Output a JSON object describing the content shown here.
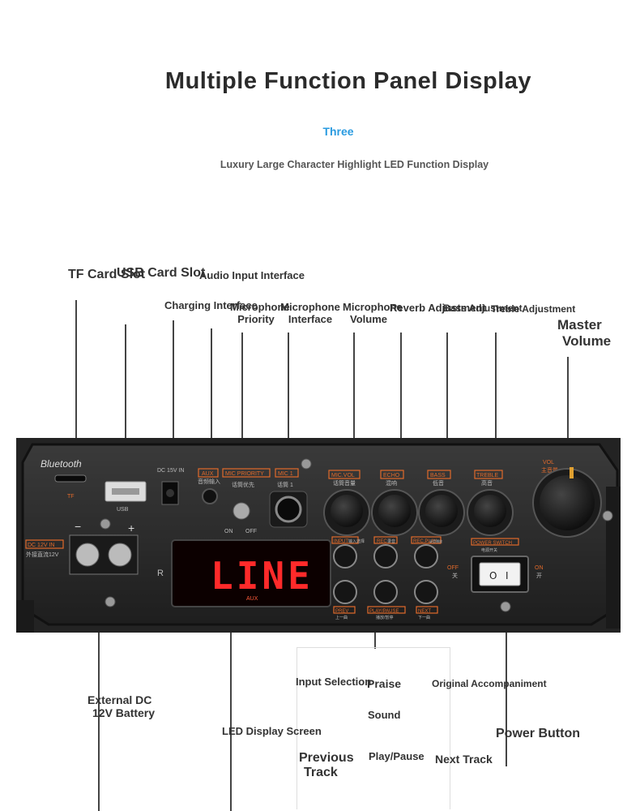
{
  "header": {
    "title": "Multiple Function Panel Display",
    "subtitle": "Three",
    "tagline": "Luxury Large Character Highlight LED Function Display"
  },
  "callouts": {
    "tf_card_slot": "TF Card Slot",
    "usb_card_slot": "USB Card Slot",
    "audio_input": "Audio Input Interface",
    "charging": "Charging Interface",
    "mic_priority_1": "Microphone",
    "mic_priority_2": "Priority",
    "mic_interface_1": "Microphone",
    "mic_interface_2": "Interface",
    "mic_volume_1": "Microphone",
    "mic_volume_2": "Volume",
    "reverb": "Reverb Adjustment",
    "bass": "Bass Adjustment",
    "treble": "Treble Adjustment",
    "master_volume_1": "Master",
    "master_volume_2": "Volume",
    "external_dc_1": "External DC",
    "external_dc_2": "12V Battery",
    "led_display": "LED Display Screen",
    "input_selection": "Input Selection",
    "praise": "Praise",
    "original_acc": "Original Accompaniment",
    "sound": "Sound",
    "power_button": "Power Button",
    "previous_1": "Previous",
    "previous_2": "Track",
    "play_pause": "Play/Pause",
    "next_track": "Next Track"
  },
  "panel": {
    "brand": "Bluetooth",
    "tf": "TF",
    "usb": "USB",
    "dc15": "DC 15V IN",
    "aux": "AUX",
    "aux_cn": "音频输入",
    "mic_priority": "MIC PRIORITY",
    "mic_priority_cn": "话筒优先",
    "mic1": "MIC 1",
    "mic1_cn": "话筒 1",
    "on": "ON",
    "off": "OFF",
    "mic_vol": "MIC.VOL",
    "mic_vol_cn": "话筒音量",
    "echo": "ECHO",
    "echo_cn": "混响",
    "bass": "BASS",
    "bass_cn": "低音",
    "treble": "TREBLE",
    "treble_cn": "高音",
    "vol": "VOL",
    "vol_cn": "主音量",
    "dc12": "DC 12V IN",
    "dc12_cn": "外接直流12V",
    "minus": "−",
    "plus": "+",
    "display_text": "LINE",
    "display_sub": "AUX",
    "input": "INPUT",
    "input_cn": "输入选择",
    "rec": "REC",
    "rec_cn": "录音",
    "recplay": "REC.PLAY",
    "recplay_cn": "录音播放",
    "prev": "PREV",
    "prev_cn": "上一曲",
    "playpause": "PLAY/PAUSE",
    "playpause_cn": "播放/暂停",
    "next": "NEXT",
    "next_cn": "下一曲",
    "power": "POWER SWITCH",
    "power_cn": "电源开关",
    "off_side": "OFF",
    "off_side_cn": "关",
    "on_side": "ON",
    "on_side_cn": "开",
    "r_mark": "R",
    "switch_on": "I",
    "switch_off": "O"
  },
  "colors": {
    "accent_orange": "#e06a2b",
    "led_red": "#ff2a2a",
    "subtitle_blue": "#2a9be0"
  }
}
